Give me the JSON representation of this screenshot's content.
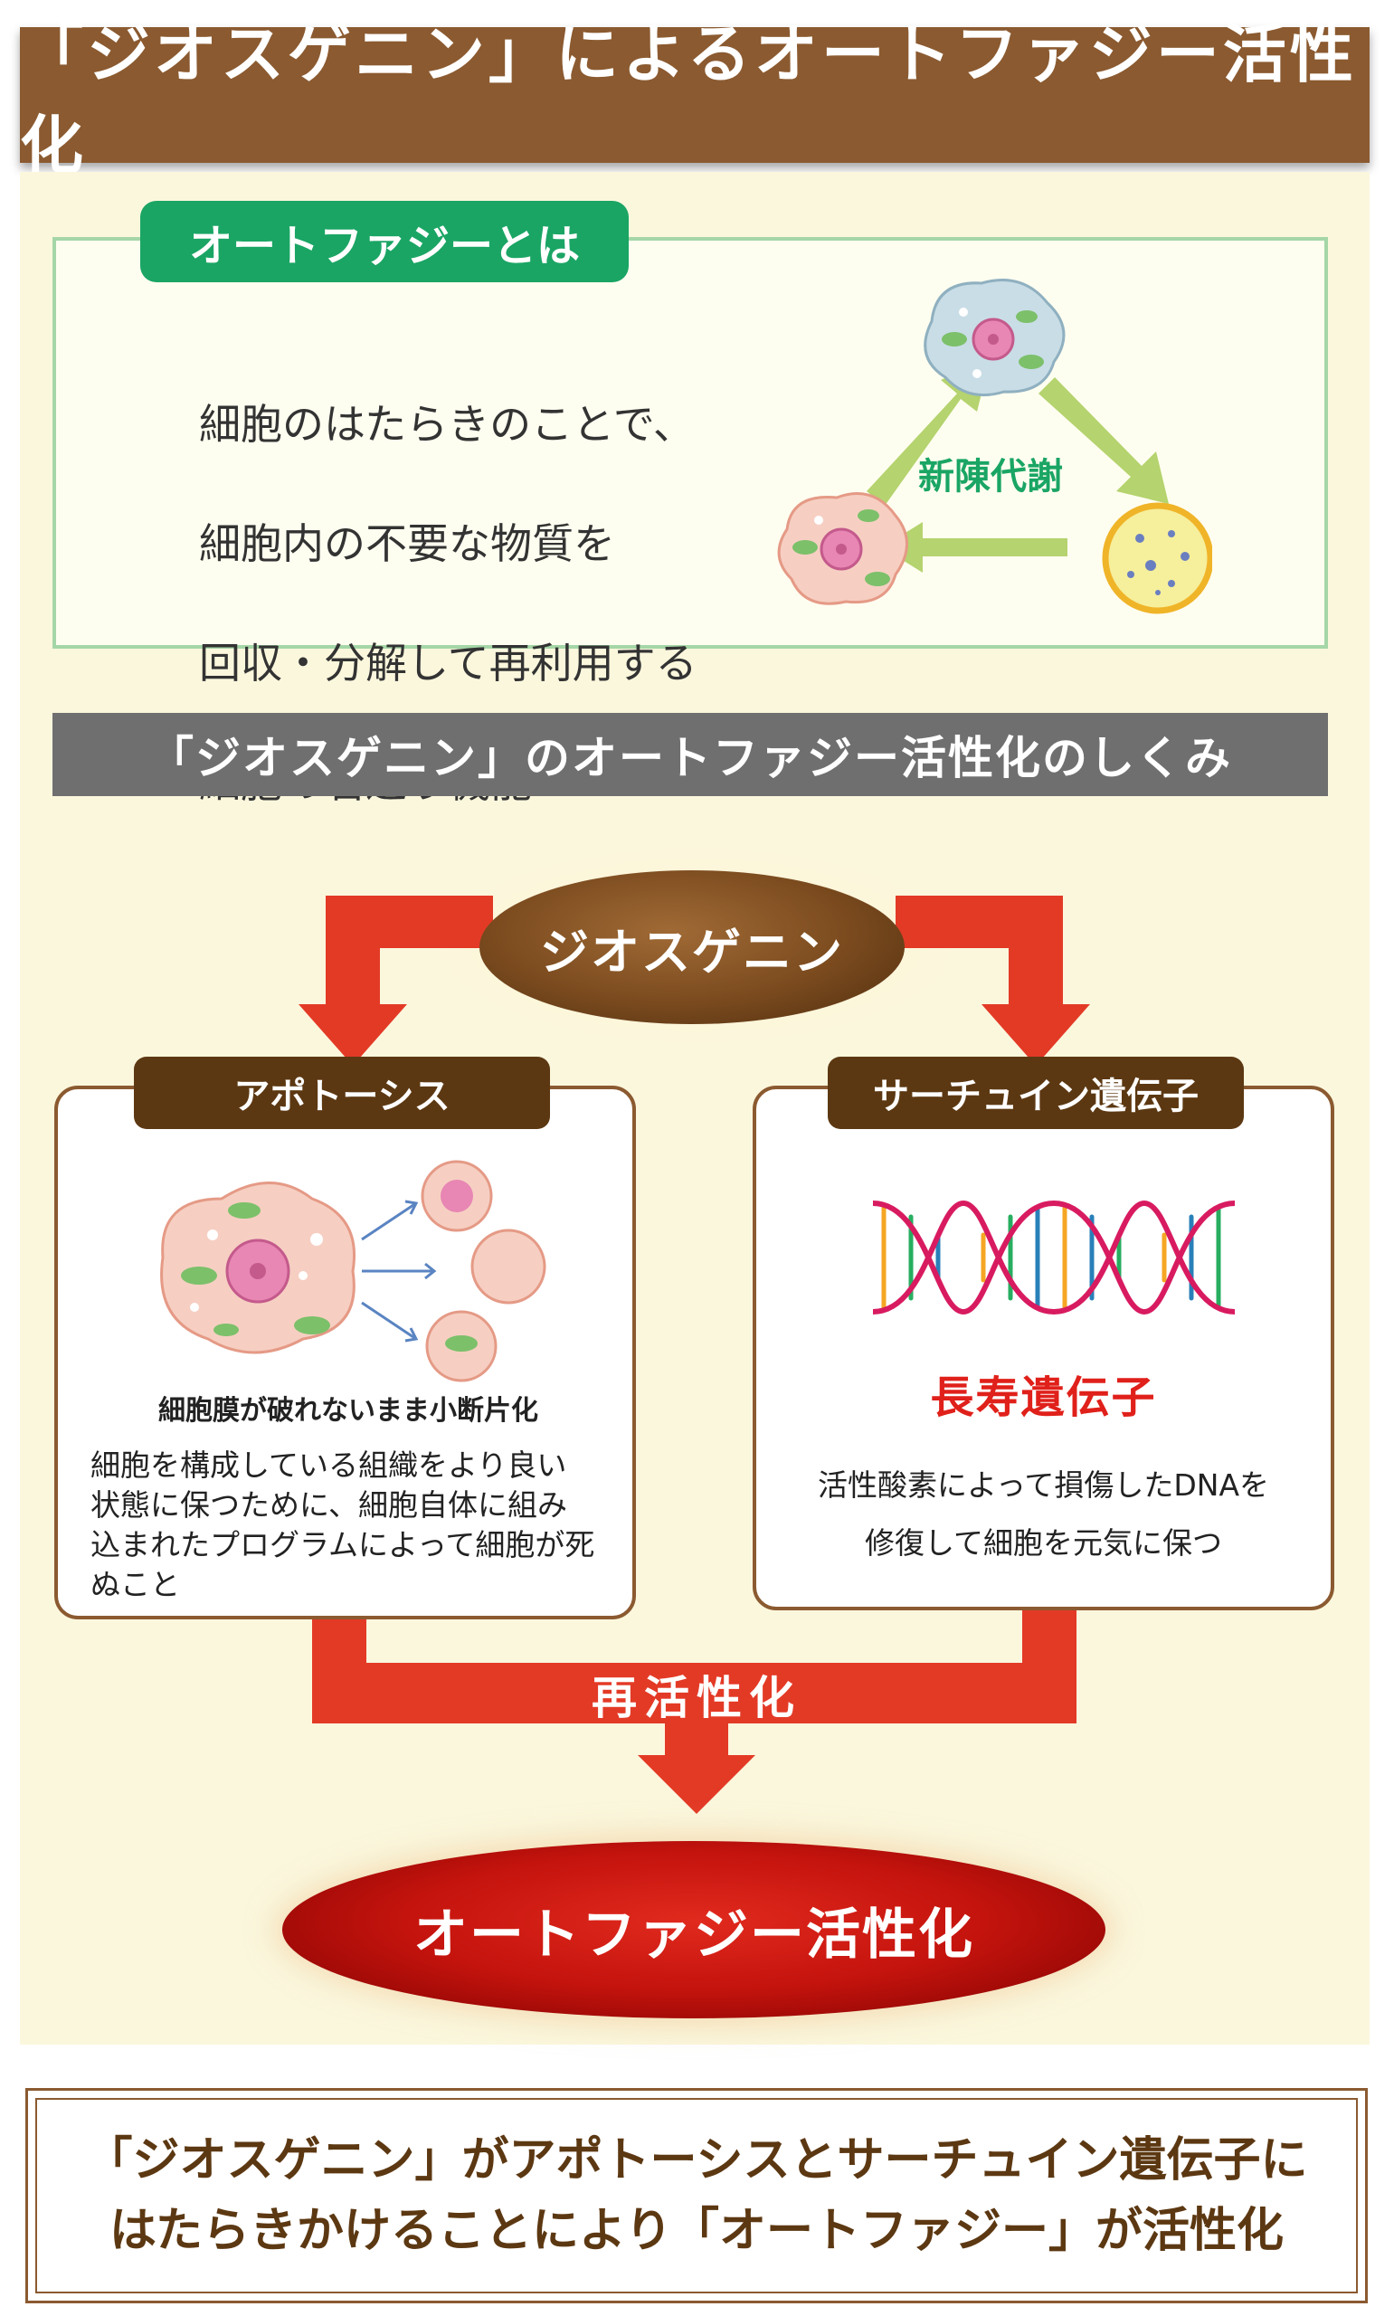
{
  "title": "「ジオスゲニン」によるオートファジー活性化",
  "autophagy": {
    "heading": "オートファジーとは",
    "definition_lines": [
      "細胞のはたらきのことで、",
      "細胞内の不要な物質を",
      "回収・分解して再利用する",
      "細胞の若返り機能"
    ],
    "cycle_label": "新陳代謝"
  },
  "mechanism_heading": "「ジオスゲニン」のオートファジー活性化のしくみ",
  "diosgenin_label": "ジオスゲニン",
  "apoptosis": {
    "tab": "アポトーシス",
    "caption": "細胞膜が破れないまま小断片化",
    "description_lines": [
      "細胞を構成している組織をより良い",
      "状態に保つために、細胞自体に組み",
      "込まれたプログラムによって細胞が死",
      "ぬこと"
    ]
  },
  "sirtuin": {
    "tab": "サーチュイン遺伝子",
    "gene_label": "長寿遺伝子",
    "description_lines": [
      "活性酸素によって損傷したDNAを",
      "修復して細胞を元気に保つ"
    ]
  },
  "reactivation_label": "再活性化",
  "result_label": "オートファジー活性化",
  "conclusion_lines": [
    "「ジオスゲニン」がアポトーシスとサーチュイン遺伝子に",
    "はたらきかけることにより「オートファジー」が活性化"
  ],
  "colors": {
    "brown": "#8b5a30",
    "dark_brown": "#5c3812",
    "green": "#1aa564",
    "red_arrow": "#e33a26",
    "cream": "#fbf7dd"
  }
}
